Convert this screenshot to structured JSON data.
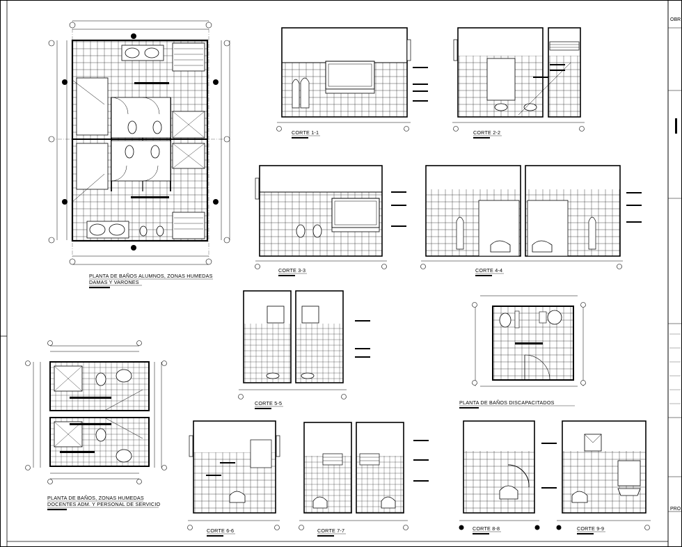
{
  "sheet": {
    "title_block": {
      "top_label": "OBR",
      "bottom_label": "PRO"
    }
  },
  "drawings": {
    "plan_students": "PLANTA DE BAÑOS ALUMNOS, ZONAS HUMEDAS",
    "plan_students_2": "DAMAS Y VARONES",
    "plan_staff": "PLANTA DE BAÑOS, ZONAS HUMEDAS",
    "plan_staff_2": "DOCENTES ADM. Y PERSONAL DE SERVICIO",
    "plan_disabled": "PLANTA DE BAÑOS DISCAPACITADOS",
    "corte_1": "CORTE 1-1",
    "corte_2": "CORTE 2-2",
    "corte_3": "CORTE 3-3",
    "corte_4": "CORTE 4-4",
    "corte_5": "CORTE 5-5",
    "corte_6": "CORTE 6-6",
    "corte_7": "CORTE 7-7",
    "corte_8": "CORTE 8-8",
    "corte_9": "CORTE 9-9"
  }
}
